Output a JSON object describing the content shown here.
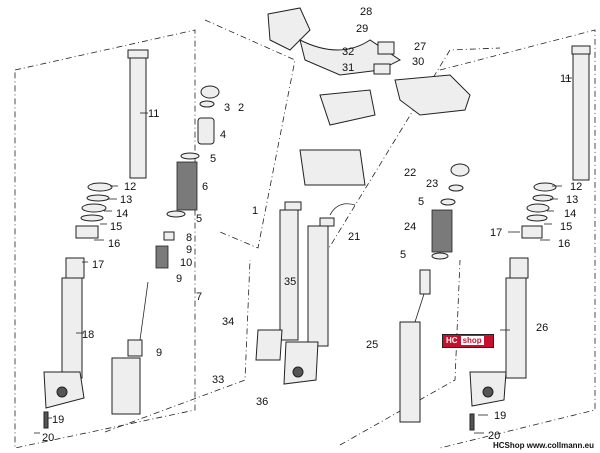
{
  "diagram": {
    "part_numbers": [
      "1",
      "2",
      "3",
      "4",
      "5",
      "5",
      "6",
      "7",
      "8",
      "9",
      "9",
      "9",
      "10",
      "11",
      "11",
      "12",
      "12",
      "13",
      "13",
      "14",
      "14",
      "15",
      "15",
      "16",
      "16",
      "17",
      "17",
      "18",
      "19",
      "19",
      "20",
      "20",
      "21",
      "22",
      "23",
      "24",
      "25",
      "26",
      "27",
      "28",
      "29",
      "30",
      "31",
      "32",
      "33",
      "34",
      "35",
      "36",
      "5",
      "5"
    ]
  },
  "watermark": {
    "brand": "HC",
    "brand_suffix": "shop"
  },
  "footer": {
    "text": "HCShop www.collmann.eu"
  }
}
